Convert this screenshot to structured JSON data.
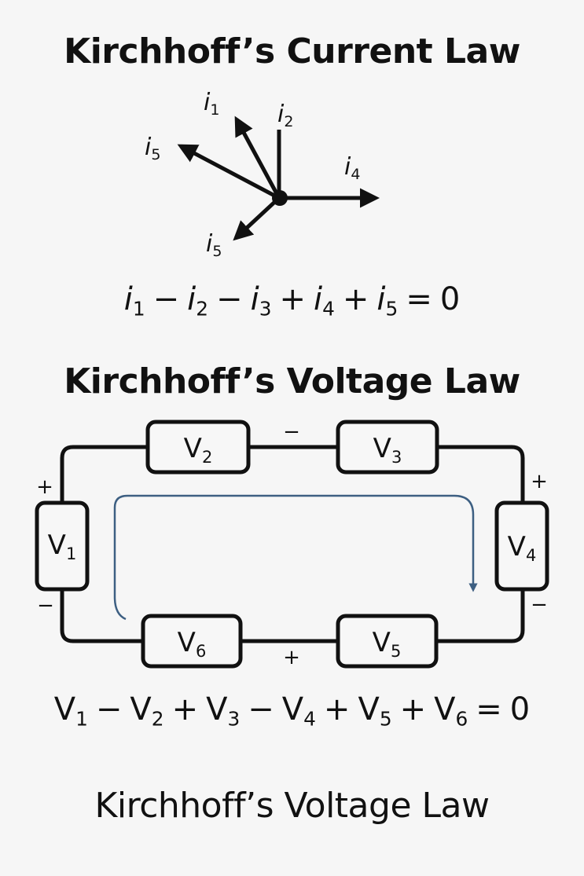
{
  "kcl": {
    "title": "Kirchhoff’s Current Law",
    "node_labels": {
      "i1": {
        "var": "i",
        "sub": "1"
      },
      "i2": {
        "var": "i",
        "sub": "2"
      },
      "i4": {
        "var": "i",
        "sub": "4"
      },
      "i5_upper": {
        "var": "i",
        "sub": "5"
      },
      "i5_lower": {
        "var": "i",
        "sub": "5"
      }
    },
    "equation": {
      "terms": [
        {
          "var": "i",
          "sub": "1"
        },
        {
          "op": "−"
        },
        {
          "var": "i",
          "sub": "2"
        },
        {
          "op": "−"
        },
        {
          "var": "i",
          "sub": "3"
        },
        {
          "op": "+"
        },
        {
          "var": "i",
          "sub": "4"
        },
        {
          "op": "+"
        },
        {
          "var": "i",
          "sub": "5"
        },
        {
          "op": "="
        },
        {
          "const": "0"
        }
      ]
    }
  },
  "kvl": {
    "title": "Kirchhoff’s Voltage Law",
    "elements": {
      "v1": {
        "var": "V",
        "sub": "1"
      },
      "v2": {
        "var": "V",
        "sub": "2"
      },
      "v3": {
        "var": "V",
        "sub": "3"
      },
      "v4": {
        "var": "V",
        "sub": "4"
      },
      "v5": {
        "var": "V",
        "sub": "5"
      },
      "v6": {
        "var": "V",
        "sub": "6"
      }
    },
    "polarity": {
      "v1_top": "+",
      "v1_bottom": "−",
      "top_middle": "−",
      "v4_top": "+",
      "v4_bottom": "−",
      "bottom_middle": "+"
    },
    "loop_arrow_color": "#3d5f82",
    "equation": {
      "terms": [
        {
          "var": "V",
          "sub": "1"
        },
        {
          "op": "−"
        },
        {
          "var": "V",
          "sub": "2"
        },
        {
          "op": "+"
        },
        {
          "var": "V",
          "sub": "3"
        },
        {
          "op": "−"
        },
        {
          "var": "V",
          "sub": "4"
        },
        {
          "op": "+"
        },
        {
          "var": "V",
          "sub": "5"
        },
        {
          "op": "+"
        },
        {
          "var": "V",
          "sub": "6"
        },
        {
          "op": "="
        },
        {
          "const": "0"
        }
      ]
    }
  },
  "footer": {
    "title": "Kirchhoff’s Voltage Law"
  }
}
